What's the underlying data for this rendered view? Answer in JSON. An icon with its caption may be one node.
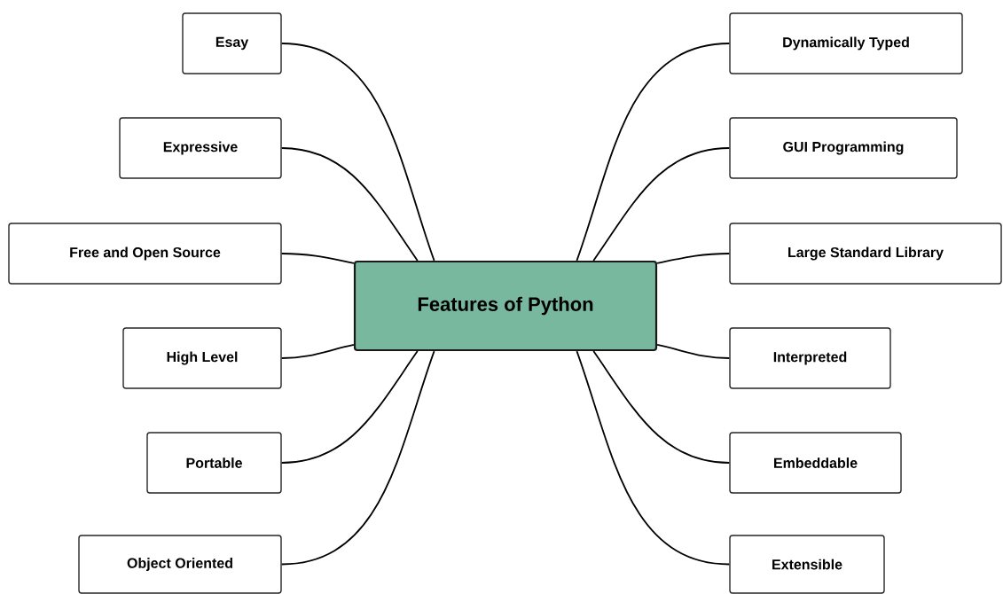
{
  "diagram": {
    "nodes": [
      {
        "text": [
          "Features of Python"
        ]
      },
      {
        "text": [
          "Esay"
        ]
      },
      {
        "text": [
          "Expressive"
        ]
      },
      {
        "text": [
          "Free and Open Source"
        ]
      },
      {
        "text": [
          "High Level"
        ]
      },
      {
        "text": [
          "Portable"
        ]
      },
      {
        "text": [
          "Object Oriented"
        ]
      },
      {
        "text": [
          "Dynamically Typed"
        ]
      },
      {
        "text": [
          "GUI Programming"
        ]
      },
      {
        "text": [
          "Large Standard Library"
        ]
      },
      {
        "text": [
          "Interpreted"
        ]
      },
      {
        "text": [
          "Embeddable"
        ]
      },
      {
        "text": [
          "Extensible"
        ]
      }
    ],
    "edges": [
      {
        "from": 0,
        "to": 1,
        "arrow": "none"
      },
      {
        "from": 0,
        "to": 2,
        "arrow": "none"
      },
      {
        "from": 0,
        "to": 3,
        "arrow": "none"
      },
      {
        "from": 0,
        "to": 4,
        "arrow": "none"
      },
      {
        "from": 0,
        "to": 5,
        "arrow": "none"
      },
      {
        "from": 0,
        "to": 6,
        "arrow": "none"
      },
      {
        "from": 0,
        "to": 7,
        "arrow": "none"
      },
      {
        "from": 0,
        "to": 8,
        "arrow": "none"
      },
      {
        "from": 0,
        "to": 9,
        "arrow": "none"
      },
      {
        "from": 0,
        "to": 10,
        "arrow": "none"
      },
      {
        "from": 0,
        "to": 11,
        "arrow": "none"
      },
      {
        "from": 0,
        "to": 12,
        "arrow": "none"
      }
    ]
  }
}
